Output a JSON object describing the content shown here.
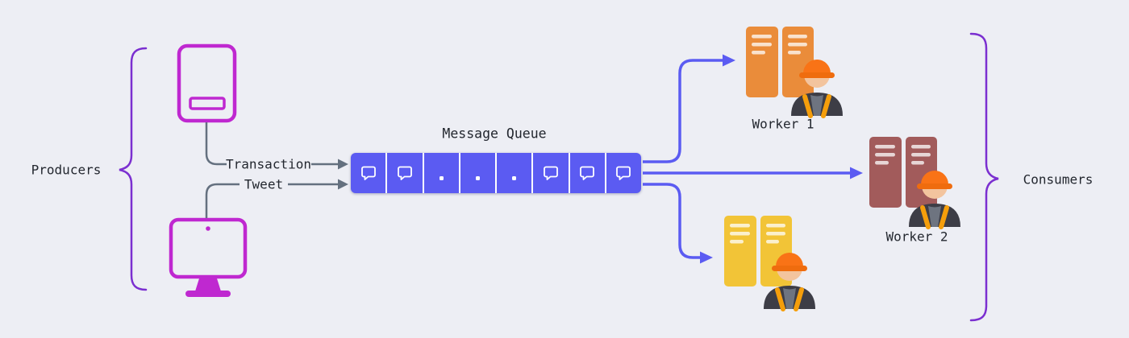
{
  "labels": {
    "producers": "Producers",
    "consumers": "Consumers",
    "message_queue": "Message Queue",
    "transaction": "Transaction",
    "tweet": "Tweet",
    "worker_1": "Worker 1",
    "worker_2": "Worker 2"
  },
  "queue": {
    "cells": [
      "message",
      "message",
      "dot",
      "dot",
      "dot",
      "message",
      "message",
      "message"
    ]
  },
  "producers": {
    "devices": [
      "smartphone",
      "desktop-monitor"
    ],
    "streams": [
      {
        "label": "Transaction",
        "source": "smartphone"
      },
      {
        "label": "Tweet",
        "source": "desktop-monitor"
      }
    ]
  },
  "consumers": {
    "workers": [
      {
        "label": "Worker 1",
        "server_color": "#ea8c3a"
      },
      {
        "label": "Worker 2",
        "server_color": "#a25b5b"
      },
      {
        "server_color": "#f2c437"
      }
    ]
  },
  "colors": {
    "background": "#edeef4",
    "text": "#23272f",
    "brace": "#7b2fd0",
    "device_magenta": "#bf28d0",
    "queue_blue": "#5b5bf2",
    "arrow_blue": "#5b5bf2",
    "arrow_gray": "#64707f",
    "server_orange": "#ea8c3a",
    "server_maroon": "#a25b5b",
    "server_yellow": "#f2c437",
    "helmet_orange": "#f97316"
  }
}
